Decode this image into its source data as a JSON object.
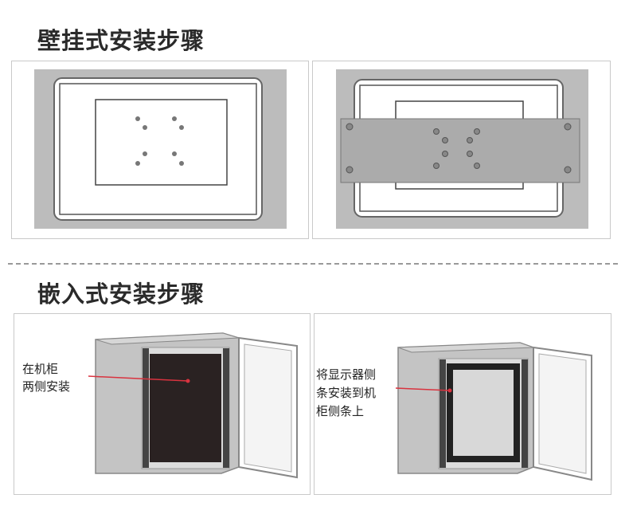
{
  "wall_mount": {
    "title": "壁挂式安装步骤"
  },
  "embedded_mount": {
    "title": "嵌入式安装步骤",
    "step1_callout": [
      "在机柜",
      "两侧安装"
    ],
    "step2_callout": [
      "将显示器侧",
      "条安装到机",
      "柜侧条上"
    ]
  },
  "colors": {
    "frame_gray": "#bdbdbd",
    "panel_border": "#c9c9c9",
    "bracket_gray": "#a9a9a9",
    "callout_red": "#d9333f",
    "screen_dark": "#2a2222"
  }
}
